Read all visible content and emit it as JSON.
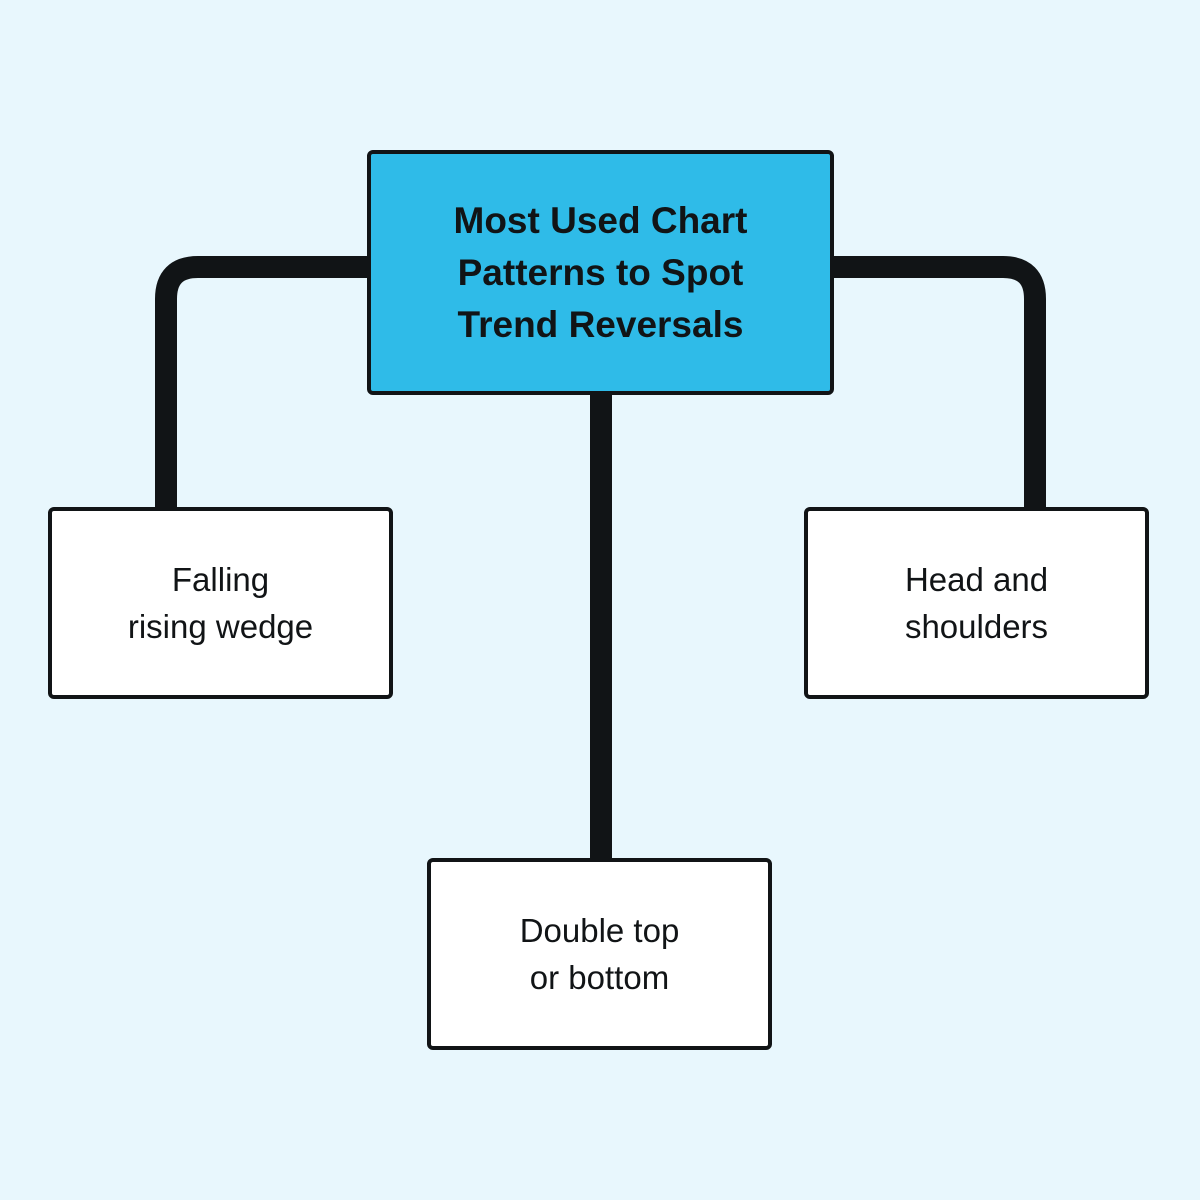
{
  "colors": {
    "background": "#e8f7fd",
    "root_fill": "#2fbbe8",
    "child_fill": "#ffffff",
    "stroke": "#111416",
    "text": "#111416"
  },
  "root": {
    "lines": [
      "Most Used Chart",
      "Patterns to Spot",
      "Trend Reversals"
    ]
  },
  "children": [
    {
      "lines": [
        "Falling",
        "rising wedge"
      ]
    },
    {
      "lines": [
        "Head and",
        "shoulders"
      ]
    },
    {
      "lines": [
        "Double top",
        "or bottom"
      ]
    }
  ]
}
